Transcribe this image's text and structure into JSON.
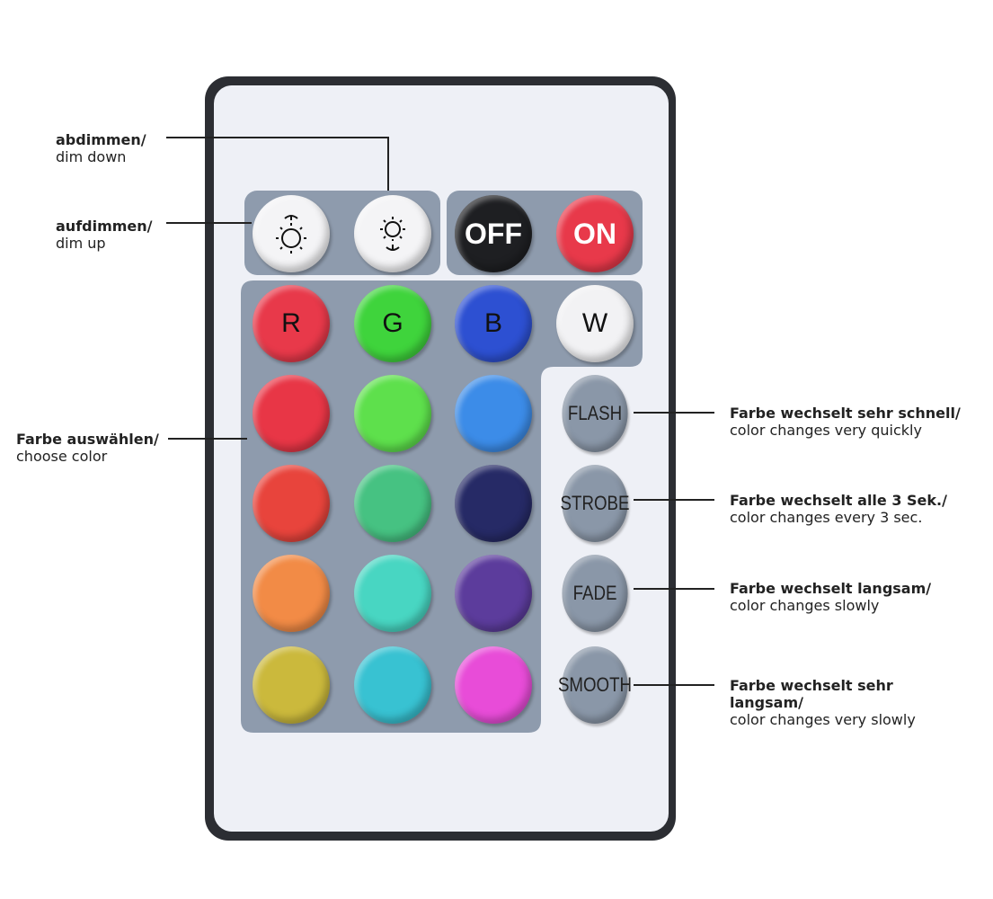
{
  "annotations": {
    "dim_down": {
      "de": "abdimmen/",
      "en": "dim down"
    },
    "dim_up": {
      "de": "aufdimmen/",
      "en": "dim up"
    },
    "choose_color": {
      "de": "Farbe auswählen/",
      "en": "choose color"
    },
    "flash": {
      "de": "Farbe wechselt sehr schnell/",
      "en": "color changes very quickly"
    },
    "strobe": {
      "de": "Farbe wechselt alle 3 Sek./",
      "en": "color changes every 3 sec."
    },
    "fade": {
      "de": "Farbe wechselt langsam/",
      "en": "color changes slowly"
    },
    "smooth": {
      "de1": "Farbe wechselt sehr",
      "de2": "langsam/",
      "en": "color changes very slowly"
    }
  },
  "buttons": {
    "dim_up_icon": "sun-up-icon",
    "dim_down_icon": "sun-down-icon",
    "off": "OFF",
    "on": "ON",
    "r": "R",
    "g": "G",
    "b": "B",
    "w": "W",
    "flash": "FLASH",
    "strobe": "STROBE",
    "fade": "FADE",
    "smooth": "SMOOTH"
  },
  "colors": {
    "panel": "#8e9bad",
    "grid": [
      [
        "#e8394a",
        "#3fd43c",
        "#2d50d2",
        "#f2f2f4"
      ],
      [
        "#e83646",
        "#5ee04c",
        "#3c8ce8"
      ],
      [
        "#e8443c",
        "#46c282",
        "#262a66"
      ],
      [
        "#f28b46",
        "#48d6c2",
        "#5c3c9c"
      ],
      [
        "#cbb93c",
        "#38c2d2",
        "#e84cd8"
      ]
    ],
    "mode_button": "#8a97a8"
  }
}
